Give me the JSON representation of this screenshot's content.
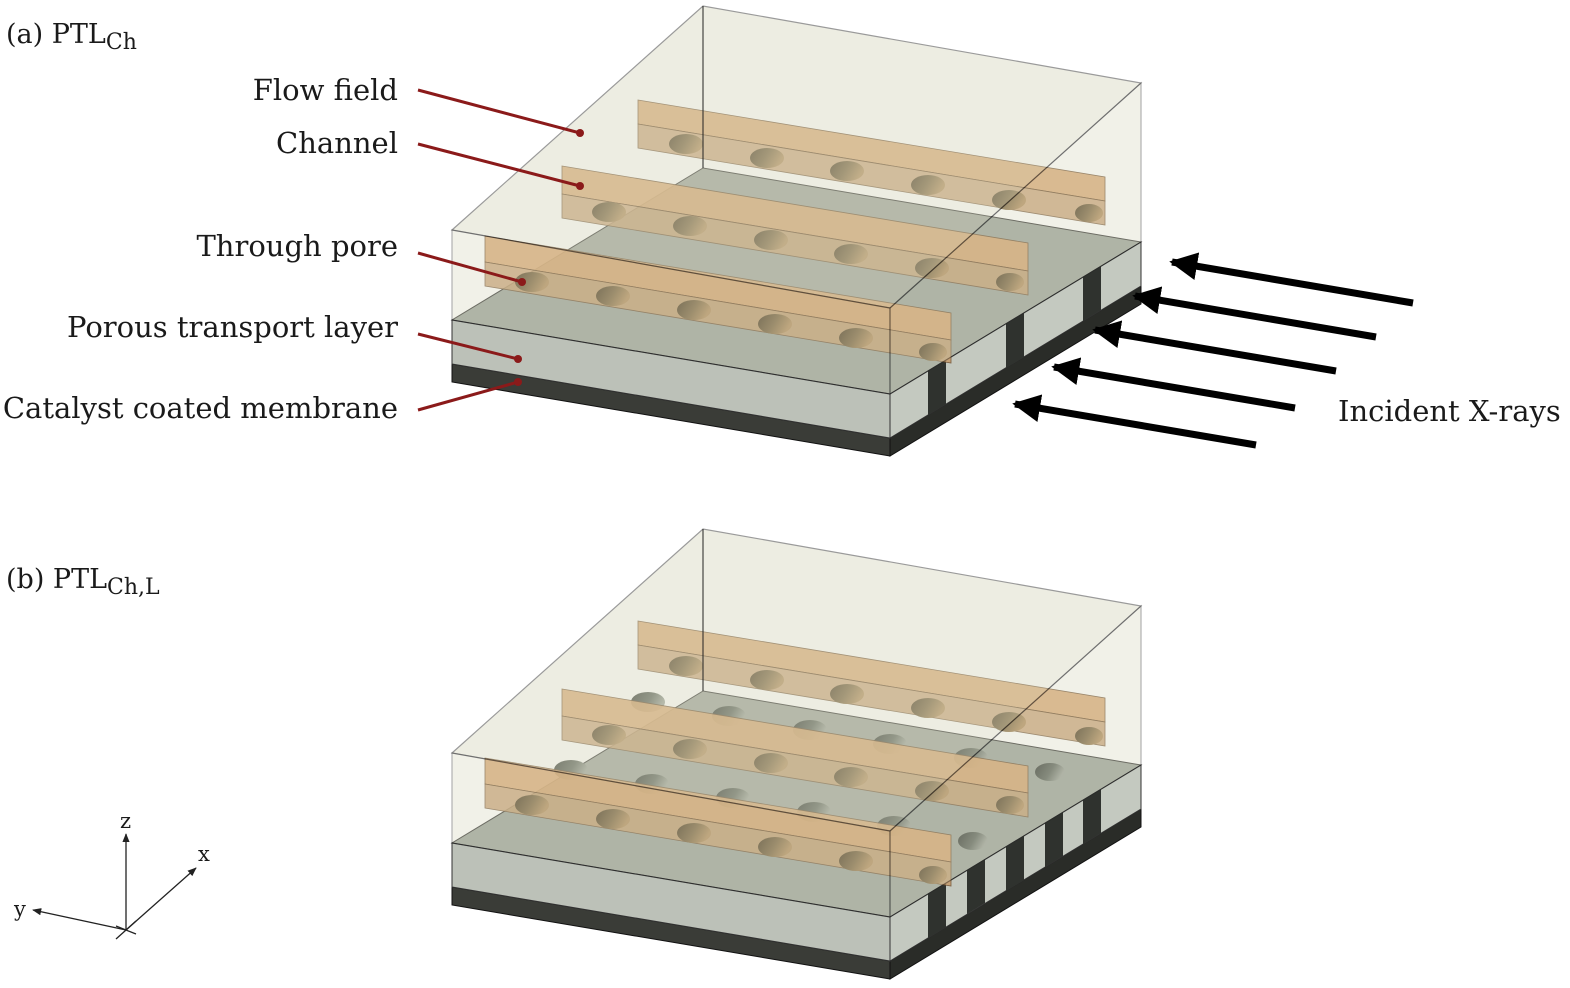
{
  "panels": [
    {
      "id": "a",
      "prefix": "(a) PTL",
      "subscript": "Ch"
    },
    {
      "id": "b",
      "prefix": "(b) PTL",
      "subscript": "Ch,L"
    }
  ],
  "labels": {
    "flow_field": "Flow field",
    "channel": "Channel",
    "through_pore": "Through pore",
    "ptl": "Porous transport layer",
    "ccm": "Catalyst coated membrane",
    "xrays": "Incident X-rays"
  },
  "axes": {
    "x": "x",
    "y": "y",
    "z": "z"
  },
  "colors": {
    "flow_field": "#d8d8c0",
    "channel": "#e0b07c",
    "ptl": "#b6bbb2",
    "ccm": "#3a3c37",
    "leader": "#8b1a1a",
    "arrow": "#000000"
  }
}
